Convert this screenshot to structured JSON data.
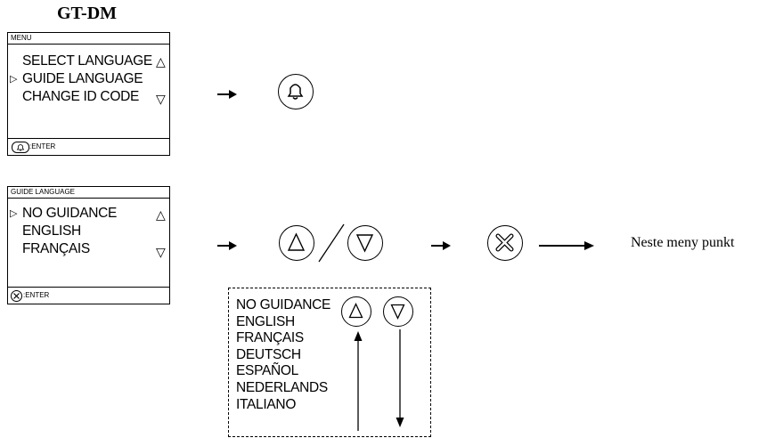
{
  "title": "GT-DM",
  "menu_screen": {
    "header": "MENU",
    "items": [
      "SELECT LANGUAGE",
      "GUIDE LANGUAGE",
      "CHANGE ID CODE"
    ],
    "selected_index": 1,
    "scroll_up": "△",
    "scroll_down": "▽",
    "cursor": "▷",
    "footer_label": ":ENTER"
  },
  "guide_screen": {
    "header": "GUIDE LANGUAGE",
    "items": [
      "NO GUIDANCE",
      "ENGLISH",
      "FRANÇAIS"
    ],
    "selected_index": 0,
    "scroll_up": "△",
    "scroll_down": "▽",
    "cursor": "▷",
    "footer_label": ":ENTER"
  },
  "language_list": [
    "NO GUIDANCE",
    "ENGLISH",
    "FRANÇAIS",
    "DEUTSCH",
    "ESPAÑOL",
    "NEDERLANDS",
    "ITALIANO"
  ],
  "next_step_label": "Neste meny punkt",
  "icons": {
    "bell_button": "bell-icon",
    "up_button": "triangle-up-icon",
    "down_button": "triangle-down-icon",
    "x_button": "x-icon",
    "flow_arrow": "arrow-right-icon"
  }
}
